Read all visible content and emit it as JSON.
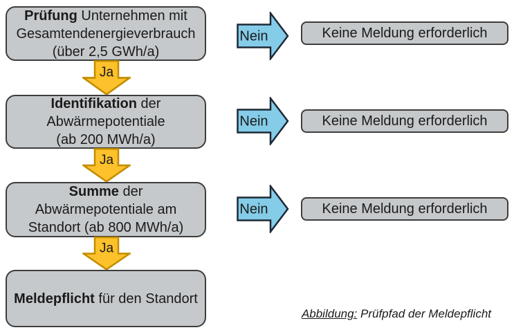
{
  "figure": {
    "steps": [
      {
        "bold": "Prüfung",
        "rest": " Unternehmen mit\nGesamtendenergieverbrauch\n(über 2,5 GWh/a)"
      },
      {
        "bold": "Identifikation",
        "rest": " der\nAbwärmepotentiale\n(ab 200 MWh/a)"
      },
      {
        "bold": "Summe",
        "rest": " der\nAbwärmepotentiale am\nStandort (ab 800 MWh/a)"
      },
      {
        "bold": "Meldepflicht",
        "rest": " für den Standort"
      }
    ],
    "yes_label": "Ja",
    "no_label": "Nein",
    "no_result": "Keine Meldung erforderlich",
    "caption": {
      "prefix": "Abbildung:",
      "text": " Prüfpfad der Meldepflicht"
    },
    "colors": {
      "box_fill": "#c6c9cb",
      "box_border": "#3d3d3d",
      "yes_fill": "#fcc12b",
      "yes_border": "#c28e00",
      "no_fill": "#85cce9",
      "no_border": "#1d2935",
      "text": "#1a1a1a"
    }
  }
}
